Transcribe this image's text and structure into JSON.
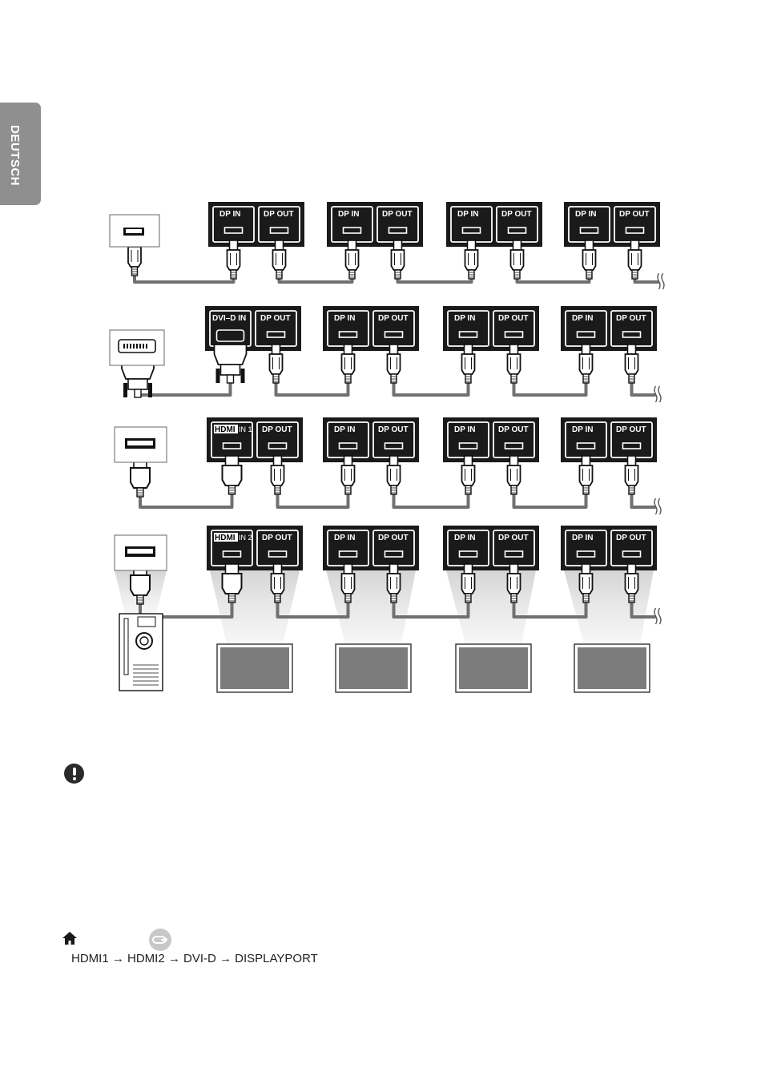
{
  "side_tab": {
    "label": "DEUTSCH"
  },
  "ports": {
    "dp_in": "DP IN",
    "dp_out": "DP OUT",
    "dvi_d_in": "DVI–D IN",
    "hdmi_logo": "HDMI",
    "hdmi_in1": "IN 1",
    "hdmi_in2": "IN 2"
  },
  "diagram": {
    "rows": [
      {
        "source": "displayport",
        "first_input": "dp_in"
      },
      {
        "source": "dvi-d",
        "first_input": "dvi_d_in"
      },
      {
        "source": "hdmi",
        "first_input": "hdmi_in1"
      },
      {
        "source": "hdmi-pc",
        "first_input": "hdmi_in2"
      }
    ],
    "monitors_per_row": 4
  },
  "note": {
    "icon": "exclamation-note-icon"
  },
  "footer": {
    "home_icon": "home-icon",
    "input_icon": "input-icon",
    "sequence": "HDMI1 → HDMI2 → DVI-D → DISPLAYPORT"
  },
  "colors": {
    "tab": "#8f8f8f",
    "panel": "#1a1a1a",
    "cable": "#707070"
  }
}
